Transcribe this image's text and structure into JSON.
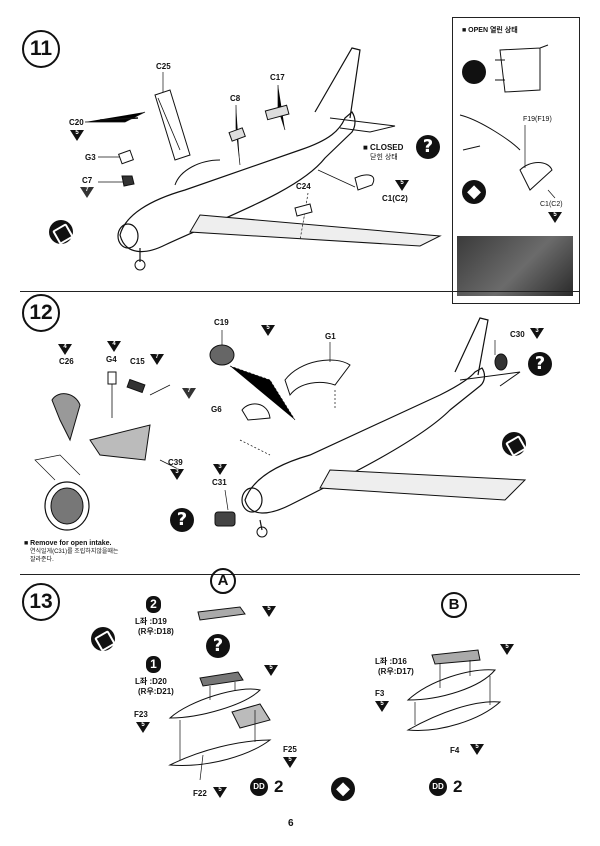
{
  "page_number": "6",
  "step11": {
    "number": "11",
    "labels": {
      "c25": "C25",
      "c17": "C17",
      "c8": "C8",
      "c20": "C20",
      "g3": "G3",
      "c7": "C7",
      "c24": "C24",
      "c1c2": "C1(C2)",
      "closed_en": "■ CLOSED",
      "closed_kr": "닫힌 상태"
    },
    "paint": {
      "c20": "5",
      "c7": "7",
      "c1c2": "5"
    },
    "open_box": {
      "title": "■ OPEN 열린 상태",
      "f19": "F19(F19)",
      "c1c2": "C1(C2)",
      "paint_c1c2": "5"
    }
  },
  "step12": {
    "number": "12",
    "labels": {
      "c19": "C19",
      "g1": "G1",
      "c30": "C30",
      "c26": "C26",
      "g4": "G4",
      "c15": "C15",
      "g6": "G6",
      "c39": "C39",
      "c31": "C31",
      "remove_en": "■ Remove for open intake.",
      "remove_kr1": "연식일게(C31)를 조립하지않을때는",
      "remove_kr2": "잘라준다."
    },
    "paint": {
      "c19a": "5",
      "c19b": "7",
      "c30": "3",
      "c26": "4",
      "g4": "4",
      "c15": "7",
      "c39": "3",
      "c31": "3"
    }
  },
  "step13": {
    "number": "13",
    "sub_a": "A",
    "sub_b": "B",
    "a": {
      "d19": "L좌 :D19",
      "d18": "(R우:D18)",
      "d20": "L좌 :D20",
      "d21": "(R우:D21)",
      "f23": "F23",
      "f25": "F25",
      "f22": "F22",
      "paint": {
        "d19": "5",
        "d20": "5",
        "f23": "5",
        "f25": "5",
        "f22": "5"
      },
      "badge2": "2",
      "badge1": "1"
    },
    "b": {
      "d16": "L좌 :D16",
      "d17": "(R우:D17)",
      "f3": "F3",
      "f4": "F4",
      "paint": {
        "d16": "5",
        "f3": "5",
        "f4": "5"
      }
    },
    "multiplier_left": "2",
    "multiplier_right": "2",
    "dd_badge": "DD"
  }
}
